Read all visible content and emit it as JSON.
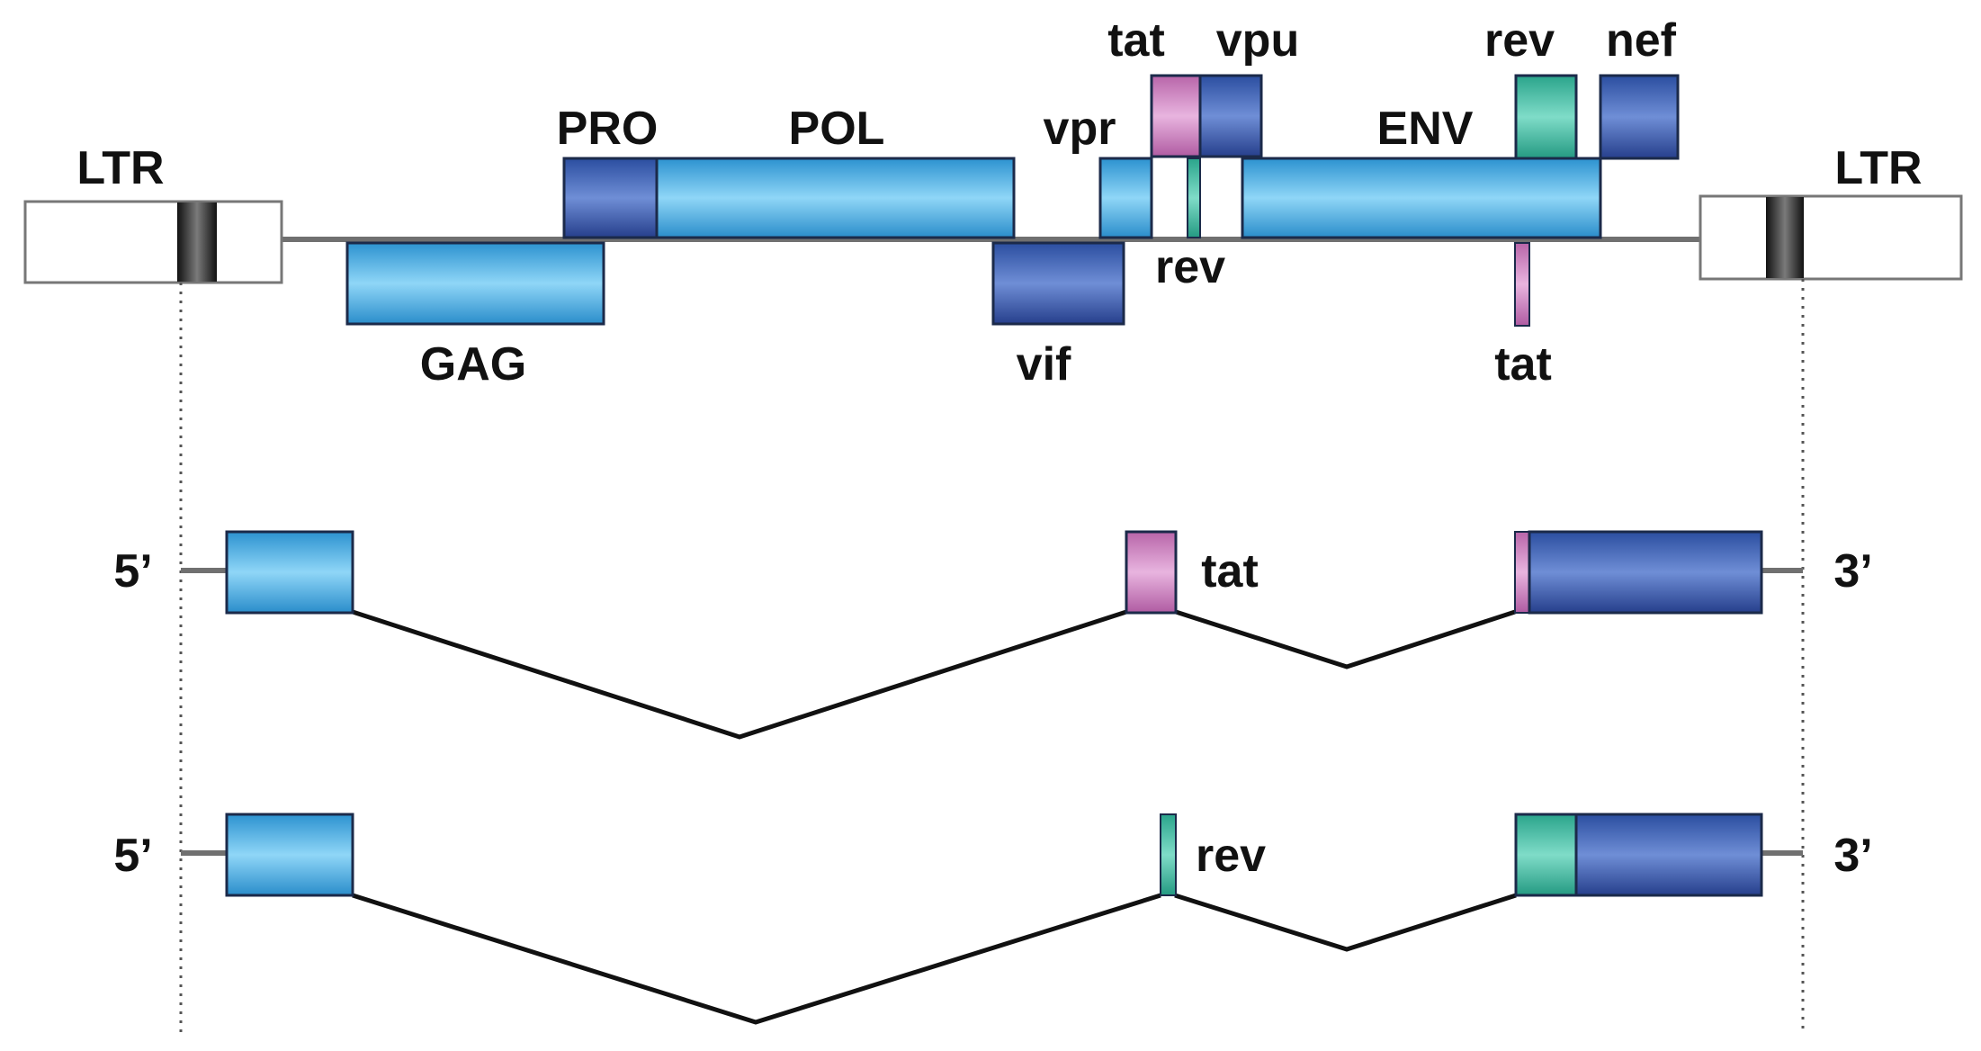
{
  "colors": {
    "light_blue": "#43b4ea",
    "dark_blue": "#3b62b6",
    "magenta": "#cf84c4",
    "teal": "#3fbca3",
    "ltr_marker": "#333333",
    "backbone": "#707070",
    "intron_line": "#111111"
  },
  "genome": {
    "ltr_left": "LTR",
    "ltr_right": "LTR",
    "genes": {
      "gag": "GAG",
      "pro": "PRO",
      "pol": "POL",
      "vif": "vif",
      "vpr": "vpr",
      "tat_exon1": "tat",
      "vpu": "vpu",
      "rev_exon1": "rev",
      "env": "ENV",
      "rev_exon2": "rev",
      "nef": "nef",
      "tat_exon2": "tat"
    }
  },
  "transcripts": [
    {
      "five_prime": "5’",
      "three_prime": "3’",
      "middle_exon": "tat"
    },
    {
      "five_prime": "5’",
      "three_prime": "3’",
      "middle_exon": "rev"
    }
  ]
}
